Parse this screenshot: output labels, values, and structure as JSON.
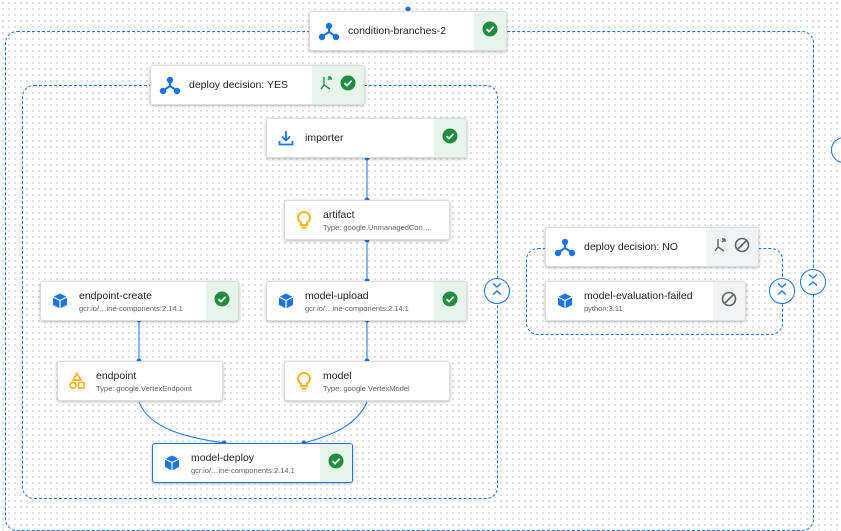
{
  "nodes": {
    "condition_branches_2": {
      "title": "condition-branches-2"
    },
    "deploy_yes": {
      "title": "deploy decision: YES"
    },
    "importer": {
      "title": "importer"
    },
    "artifact": {
      "title": "artifact",
      "subtitle": "Type: google.UnmanagedCon…"
    },
    "endpoint_create": {
      "title": "endpoint-create",
      "subtitle": "gcr.io/…ine-components:2.14.1"
    },
    "model_upload": {
      "title": "model-upload",
      "subtitle": "gcr.io/…ine-components:2.14.1"
    },
    "endpoint": {
      "title": "endpoint",
      "subtitle": "Type: google.VertexEndpoint"
    },
    "model": {
      "title": "model",
      "subtitle": "Type: google.VertexModel"
    },
    "model_deploy": {
      "title": "model-deploy",
      "subtitle": "gcr.io/…ine-components:2.14.1"
    },
    "deploy_no": {
      "title": "deploy decision: NO"
    },
    "model_eval_failed": {
      "title": "model-evaluation-failed",
      "subtitle": "python:3.11"
    }
  },
  "colors": {
    "accent": "#1a73e8",
    "success": "#1e8e3e",
    "success_bg": "#e6f4ea",
    "artifact": "#f9ab00",
    "muted": "#5f6368"
  },
  "icons": {
    "branch": "branch-icon",
    "download": "download-icon",
    "lightbulb": "lightbulb-icon",
    "cube": "cube-icon",
    "shapes": "shapes-icon",
    "check": "check-circle-icon",
    "skipped": "skipped-icon",
    "condition": "condition-icon"
  }
}
